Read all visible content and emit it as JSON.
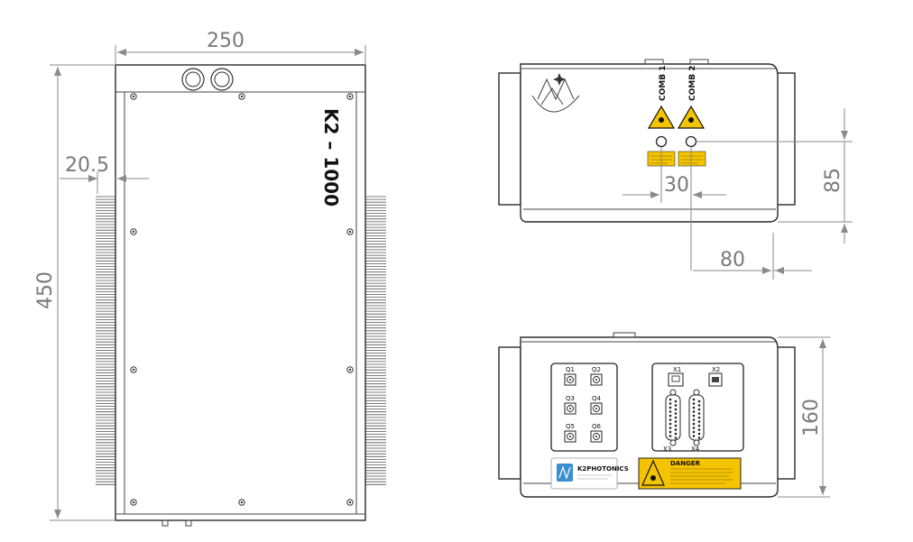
{
  "dimensions": {
    "width": "250",
    "height": "450",
    "fin_offset": "20.5",
    "port_spacing": "30",
    "port_height": "85",
    "port_side_offset": "80",
    "back_height": "160"
  },
  "model_label": "K2 – 1000",
  "front_panel": {
    "port1_label": "COMB 1",
    "port2_label": "COMB 2"
  },
  "back_panel": {
    "connectors": [
      "Q1",
      "Q2",
      "Q3",
      "Q4",
      "Q5",
      "Q6"
    ],
    "x1": "X1",
    "x2": "X2",
    "x3": "X3",
    "x4": "X4",
    "brand": "K2PHOTONICS",
    "warning_title": "DANGER"
  },
  "colors": {
    "warning_yellow": "#f5c400",
    "line": "#2b2b2b",
    "dimension": "#8a8a8a",
    "brand_blue": "#3a8fd0"
  }
}
